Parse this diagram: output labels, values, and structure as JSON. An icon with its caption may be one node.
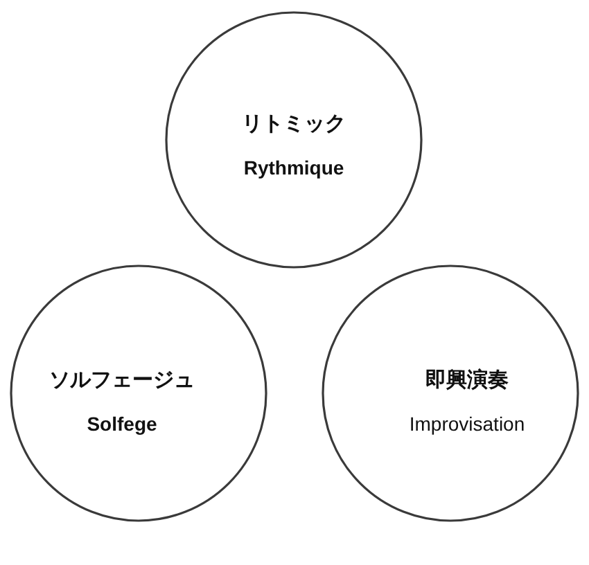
{
  "diagram": {
    "nodes": [
      {
        "text": [
          "リトミック",
          "Rythmique"
        ]
      },
      {
        "text": [
          "ソルフェージュ",
          "Solfege"
        ]
      },
      {
        "text": [
          "即興演奏",
          "Improvisation"
        ]
      }
    ]
  }
}
